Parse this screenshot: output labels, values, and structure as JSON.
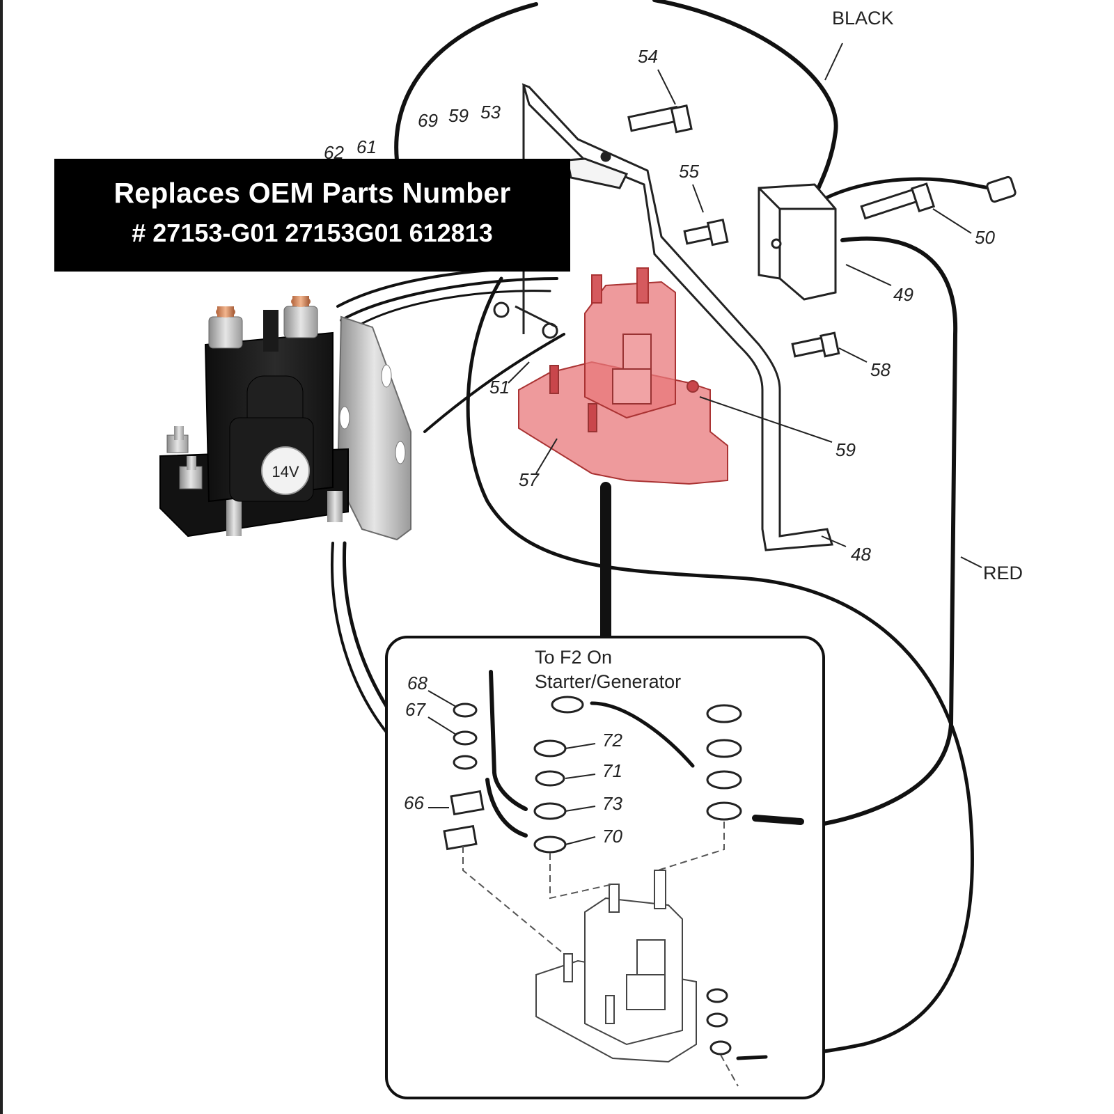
{
  "banner": {
    "line1": "Replaces OEM Parts Number",
    "line2": "# 27153-G01 27153G01 612813"
  },
  "solenoid": {
    "badge": "14V"
  },
  "wire_labels": {
    "black": "BLACK",
    "red": "RED"
  },
  "inset": {
    "note_line1": "To F2 On",
    "note_line2": "Starter/Generator"
  },
  "callouts": {
    "c54": "54",
    "c69": "69",
    "c59a": "59",
    "c53": "53",
    "c61": "61",
    "c62": "62",
    "c55": "55",
    "c50": "50",
    "c49": "49",
    "c58": "58",
    "c51": "51",
    "c59b": "59",
    "c57": "57",
    "c48": "48",
    "c68": "68",
    "c67": "67",
    "c66": "66",
    "c72": "72",
    "c71": "71",
    "c73": "73",
    "c70": "70"
  },
  "colors": {
    "highlight": "#e8787b",
    "banner_bg": "#000000",
    "line": "#111111"
  }
}
